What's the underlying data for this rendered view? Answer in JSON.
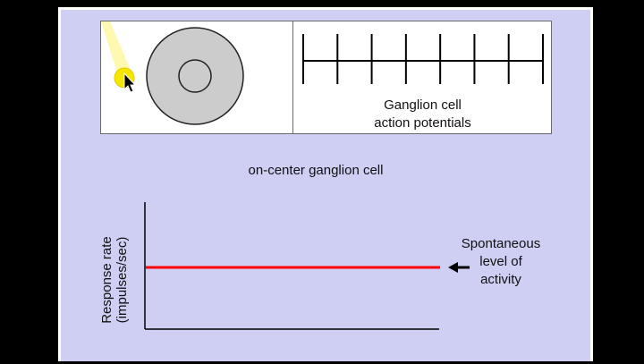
{
  "panel": {
    "ap_label_line1": "Ganglion cell",
    "ap_label_line2": "action potentials",
    "spike_count": 8
  },
  "cell_title": "on-center ganglion cell",
  "graph": {
    "ylabel_line1": "Response rate",
    "ylabel_line2": "(impulses/sec)",
    "annotation_line1": "Spontaneous",
    "annotation_line2": "level of",
    "annotation_line3": "activity",
    "response_line_color": "#ff0000"
  },
  "colors": {
    "background": "#cfcff3",
    "receptive_field": "#cccccc",
    "spot_light": "#f5e600"
  },
  "icons": {
    "cursor": "arrow-cursor-icon",
    "arrow": "left-arrow-icon"
  }
}
